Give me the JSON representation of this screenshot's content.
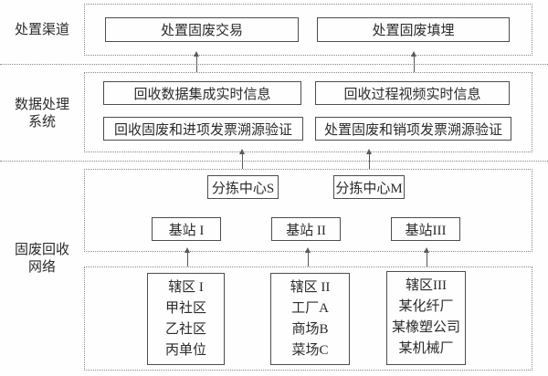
{
  "side_labels": {
    "disposal_channel": "处置渠道",
    "data_processing_l1": "数据处理",
    "data_processing_l2": "系统",
    "recycling_network_l1": "固废回收",
    "recycling_network_l2": "网络"
  },
  "disposal_channel_band": {
    "trade_box": "处置固废交易",
    "landfill_box": "处置固废填埋"
  },
  "data_processing_band": {
    "recycle_data_box": "回收数据集成实时信息",
    "recycle_video_box": "回收过程视频实时信息",
    "recycle_invoice_box": "回收固废和进项发票溯源验证",
    "disposal_invoice_box": "处置固废和销项发票溯源验证"
  },
  "network_band": {
    "sorting_center_s": "分拣中心S",
    "sorting_center_m": "分拣中心M",
    "base_station_1": "基站 I",
    "base_station_2": "基站 II",
    "base_station_3": "基站III"
  },
  "district_band": {
    "district1": {
      "title": "辖区 I",
      "items": [
        "甲社区",
        "乙社区",
        "丙单位"
      ]
    },
    "district2": {
      "title": "辖区 II",
      "items": [
        "工厂A",
        "商场B",
        "菜场C"
      ]
    },
    "district3": {
      "title": "辖区III",
      "items": [
        "某化纤厂",
        "某橡塑公司",
        "某机械厂"
      ]
    }
  },
  "colors": {
    "background": "#fefefe",
    "text": "#2b2b2b",
    "box_border": "#4d4d4d",
    "dashed_border": "#8a8a8a",
    "arrow": "#5a5a5a"
  }
}
